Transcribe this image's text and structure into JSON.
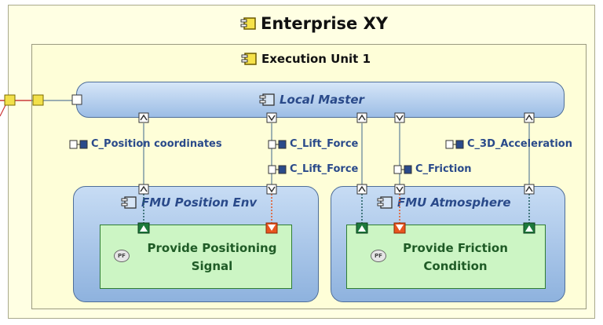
{
  "enterprise": {
    "title": "Enterprise XY"
  },
  "execution_unit": {
    "title": "Execution Unit 1"
  },
  "local_master": {
    "title": "Local Master"
  },
  "fmus": [
    {
      "title": "FMU Position Env",
      "function": {
        "badge": "PF",
        "label": "Provide Positioning\nSignal"
      }
    },
    {
      "title": "FMU Atmosphere",
      "function": {
        "badge": "PF",
        "label": "Provide Friction\nCondition"
      }
    }
  ],
  "interfaces": [
    {
      "label": "C_Position coordinates"
    },
    {
      "label": "C_Lift_Force"
    },
    {
      "label": "C_Lift_Force"
    },
    {
      "label": "C_Friction"
    },
    {
      "label": "C_3D_Acceleration"
    }
  ],
  "icons": {
    "component": "component-icon",
    "interface": "interface-icon",
    "port_in": "port-in-icon",
    "port_out": "port-out-icon",
    "provided_function": "provided-function-icon"
  },
  "colors": {
    "component_fill": "#9cbde5",
    "function_fill": "#ccf5c4",
    "output_port": "#e8541e",
    "input_port": "#1d7a3c",
    "link": "#5f7f9a",
    "external_port": "#f2e04a"
  }
}
